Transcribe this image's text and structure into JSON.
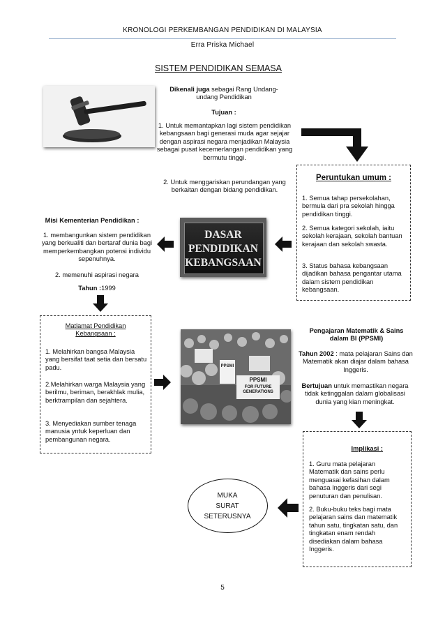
{
  "header": {
    "title": "KRONOLOGI PERKEMBANGAN PENDIDIKAN DI MALAYSIA",
    "author": "Erra Priska Michael"
  },
  "section_title": "SISTEM PENDIDIKAN SEMASA",
  "intro": {
    "lead_bold": "Dikenali juga",
    "lead_rest": " sebagai Rang Undang-undang Pendidikan",
    "tujuan_label": "Tujuan :",
    "point1": "1. Untuk memantapkan lagi sistem pendidikan kebangsaan bagi generasi muda agar sejajar dengan aspirasi negara menjadikan Malaysia sebagai pusat kecemerlangan pendidikan yang bermutu tinggi.",
    "point2": "2. Untuk menggariskan perundangan yang berkaitan dengan bidang pendidikan."
  },
  "peruntukan": {
    "title": "Peruntukan umum :",
    "items": [
      "1. Semua tahap persekolahan, bermula dari pra sekolah hingga pendidikan tinggi.",
      "2. Semua kategori sekolah, iaitu sekolah kerajaan, sekolah bantuan kerajaan dan sekolah swasta.",
      "3. Status bahasa kebangsaan dijadikan bahasa pengantar utama dalam sistem pendidikan kebangsaan."
    ]
  },
  "misi": {
    "title": "Misi Kementerian Pendidikan :",
    "items": [
      "1. membangunkan sistem pendidikan yang berkualiti dan bertaraf dunia bagi memperkembangkan potensi individu sepenuhnya.",
      "2. memenuhi aspirasi negara"
    ],
    "tahun_label": "Tahun :",
    "tahun_value": "1999"
  },
  "dasar_image": {
    "line1": "DASAR",
    "line2": "PENDIDIKAN",
    "line3": "KEBANGSAAN"
  },
  "matlamat": {
    "title": "Matlamat Pendidikan Kebangsaan :",
    "items": [
      "1. Melahirkan bangsa Malaysia yang bersifat taat setia dan bersatu padu.",
      "2.Melahirkan warga Malaysia yang berilmu, beriman, berakhlak mulia, berktrampilan dan sejahtera.",
      "3. Menyediakan sumber tenaga manusia yntuk keperluan dan pembangunan negara."
    ]
  },
  "protest_image": {
    "sign1": "PPSMI",
    "sign2": "FOR FUTURE GENERATIONS",
    "sign3": "PPSMI"
  },
  "ppsmi": {
    "title": "Pengajaran Matematik & Sains dalam BI (PPSMI)",
    "tahun_bold": "Tahun 2002",
    "tahun_rest": " : mata pelajaran Sains dan Matematik akan diajar dalam bahasa Inggeris.",
    "tujuan_bold": "Bertujuan",
    "tujuan_rest": " untuk memastikan negara tidak ketinggalan dalam globalisasi dunia yang kian meningkat."
  },
  "implikasi": {
    "title": "Implikasi :",
    "items": [
      "1. Guru mata pelajaran Matematik dan sains perlu menguasai kefasihan dalam bahasa Inggeris dari segi penuturan dan penulisan.",
      "2. Buku-buku teks bagi mata pelajaran sains dan matematik tahun satu, tingkatan satu, dan tingkatan enam rendah disediakan dalam bahasa Inggeris."
    ]
  },
  "next_page": {
    "line1": "MUKA",
    "line2": "SURAT",
    "line3": "SETERUSNYA"
  },
  "page_number": "5"
}
